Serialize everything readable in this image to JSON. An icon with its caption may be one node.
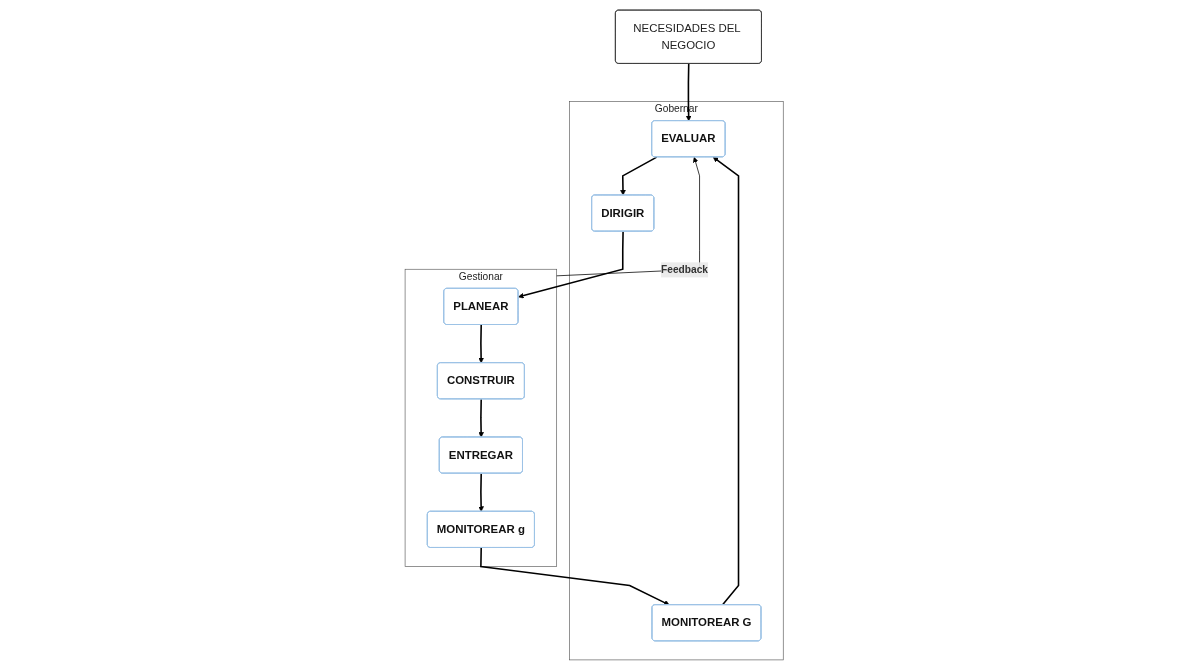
{
  "diagram": {
    "nodes": [
      {
        "text": [
          "NECESIDADES DEL NEGOCIO"
        ]
      },
      {
        "text": [
          "Gobernar"
        ]
      },
      {
        "text": [
          "EVALUAR"
        ],
        "in": 1
      },
      {
        "text": [
          "DIRIGIR"
        ],
        "in": 1
      },
      {
        "text": [
          "MONITOREAR G"
        ],
        "in": 1
      },
      {
        "text": [
          "Gestionar"
        ]
      },
      {
        "text": [
          "PLANEAR"
        ],
        "in": 5
      },
      {
        "text": [
          "CONSTRUIR"
        ],
        "in": 5
      },
      {
        "text": [
          "ENTREGAR"
        ],
        "in": 5
      },
      {
        "text": [
          "MONITOREAR g"
        ],
        "in": 5
      }
    ],
    "edges": [
      {
        "from": 0,
        "to": 2,
        "arrow": "to"
      },
      {
        "from": 2,
        "to": 3,
        "arrow": "to"
      },
      {
        "from": 4,
        "to": 2,
        "arrow": "to"
      },
      {
        "from": 3,
        "to": 6,
        "arrow": "to"
      },
      {
        "from": 6,
        "to": 7,
        "arrow": "to"
      },
      {
        "from": 7,
        "to": 8,
        "arrow": "to"
      },
      {
        "from": 8,
        "to": 9,
        "arrow": "to"
      },
      {
        "from": 9,
        "to": 4,
        "arrow": "to"
      },
      {
        "from": 5,
        "to": 2,
        "arrow": "to",
        "label": "Feedback"
      }
    ]
  }
}
